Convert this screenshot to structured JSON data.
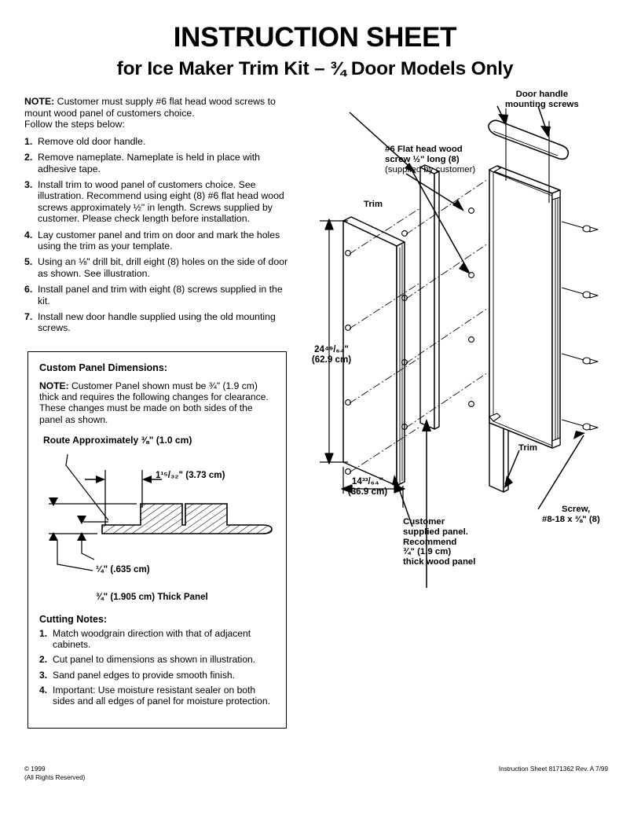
{
  "document": {
    "title_line1": "INSTRUCTION SHEET",
    "title_line2": "for Ice Maker Trim Kit – ¾ Door Models Only"
  },
  "instructions": {
    "note_label": "NOTE:",
    "note_text": " Customer must supply #6 flat head wood screws to mount wood panel of customers choice.",
    "follow_text": "Follow the steps below:",
    "steps": [
      {
        "num": "1.",
        "text": "Remove old door handle."
      },
      {
        "num": "2.",
        "text": "Remove nameplate. Nameplate is held in place with adhesive tape."
      },
      {
        "num": "3.",
        "text": "Install trim to wood panel of customers choice. See illustration. Recommend using eight (8) #6 flat head wood screws approximately ½\" in length. Screws supplied by customer. Please check length before installation."
      },
      {
        "num": "4.",
        "text": "Lay customer panel and trim on door and mark the holes using the trim as your template."
      },
      {
        "num": "5.",
        "text": "Using an ⅛\" drill bit, drill eight (8) holes on the side of door as shown. See illustration."
      },
      {
        "num": "6.",
        "text": "Install panel and trim with eight (8) screws supplied in the kit."
      },
      {
        "num": "7.",
        "text": "Install new door handle supplied using the old mounting screws."
      }
    ]
  },
  "panel_box": {
    "heading": "Custom Panel Dimensions:",
    "note_label": "NOTE:",
    "note_text": " Customer Panel shown must be ¾\" (1.9 cm) thick and requires the following changes for clearance. These changes must be made on both sides of the panel as shown.",
    "route_label": "Route Approximately ⅜\" (1.0 cm)",
    "dim_width": "1¹⁵/₃₂\" (3.73 cm)",
    "dim_depth": "¼\" (.635 cm)",
    "dim_thickness": "¾\" (1.905 cm) Thick Panel"
  },
  "cutting_notes": {
    "heading": "Cutting Notes:",
    "items": [
      {
        "num": "1.",
        "text": "Match woodgrain direction with that of adjacent cabinets."
      },
      {
        "num": "2.",
        "text": "Cut panel to dimensions as shown in illustration."
      },
      {
        "num": "3.",
        "text": "Sand panel edges to provide smooth finish."
      },
      {
        "num": "4.",
        "text": "Important: Use moisture resistant sealer on both sides and all edges of panel for moisture protection."
      }
    ]
  },
  "illustration": {
    "label_door_handle_screws": "Door handle\nmounting screws",
    "label_flat_head_line1": "#6 Flat head wood",
    "label_flat_head_line2": "screw ½\" long (8)",
    "label_flat_head_line3": "(supplied by customer)",
    "label_trim_left": "Trim",
    "label_trim_right": "Trim",
    "dim_height_value": "24⁴⁹/₆₄\"",
    "dim_height_metric": "(62.9 cm)",
    "dim_width_value": "14³³/₆₄\"",
    "dim_width_metric": "(36.9 cm)",
    "label_customer_panel": "Customer\nsupplied panel.\nRecommend\n¾\" (1.9 cm)\nthick wood panel",
    "label_screw_line1": "Screw,",
    "label_screw_line2": "#8-18 x ⅜\" (8)"
  },
  "footer": {
    "copyright_line1": "© 1999",
    "copyright_line2": "(All Rights Reserved)",
    "doc_id": "Instruction Sheet 8171362 Rev. A 7/99"
  },
  "colors": {
    "ink": "#000000",
    "paper": "#ffffff"
  }
}
